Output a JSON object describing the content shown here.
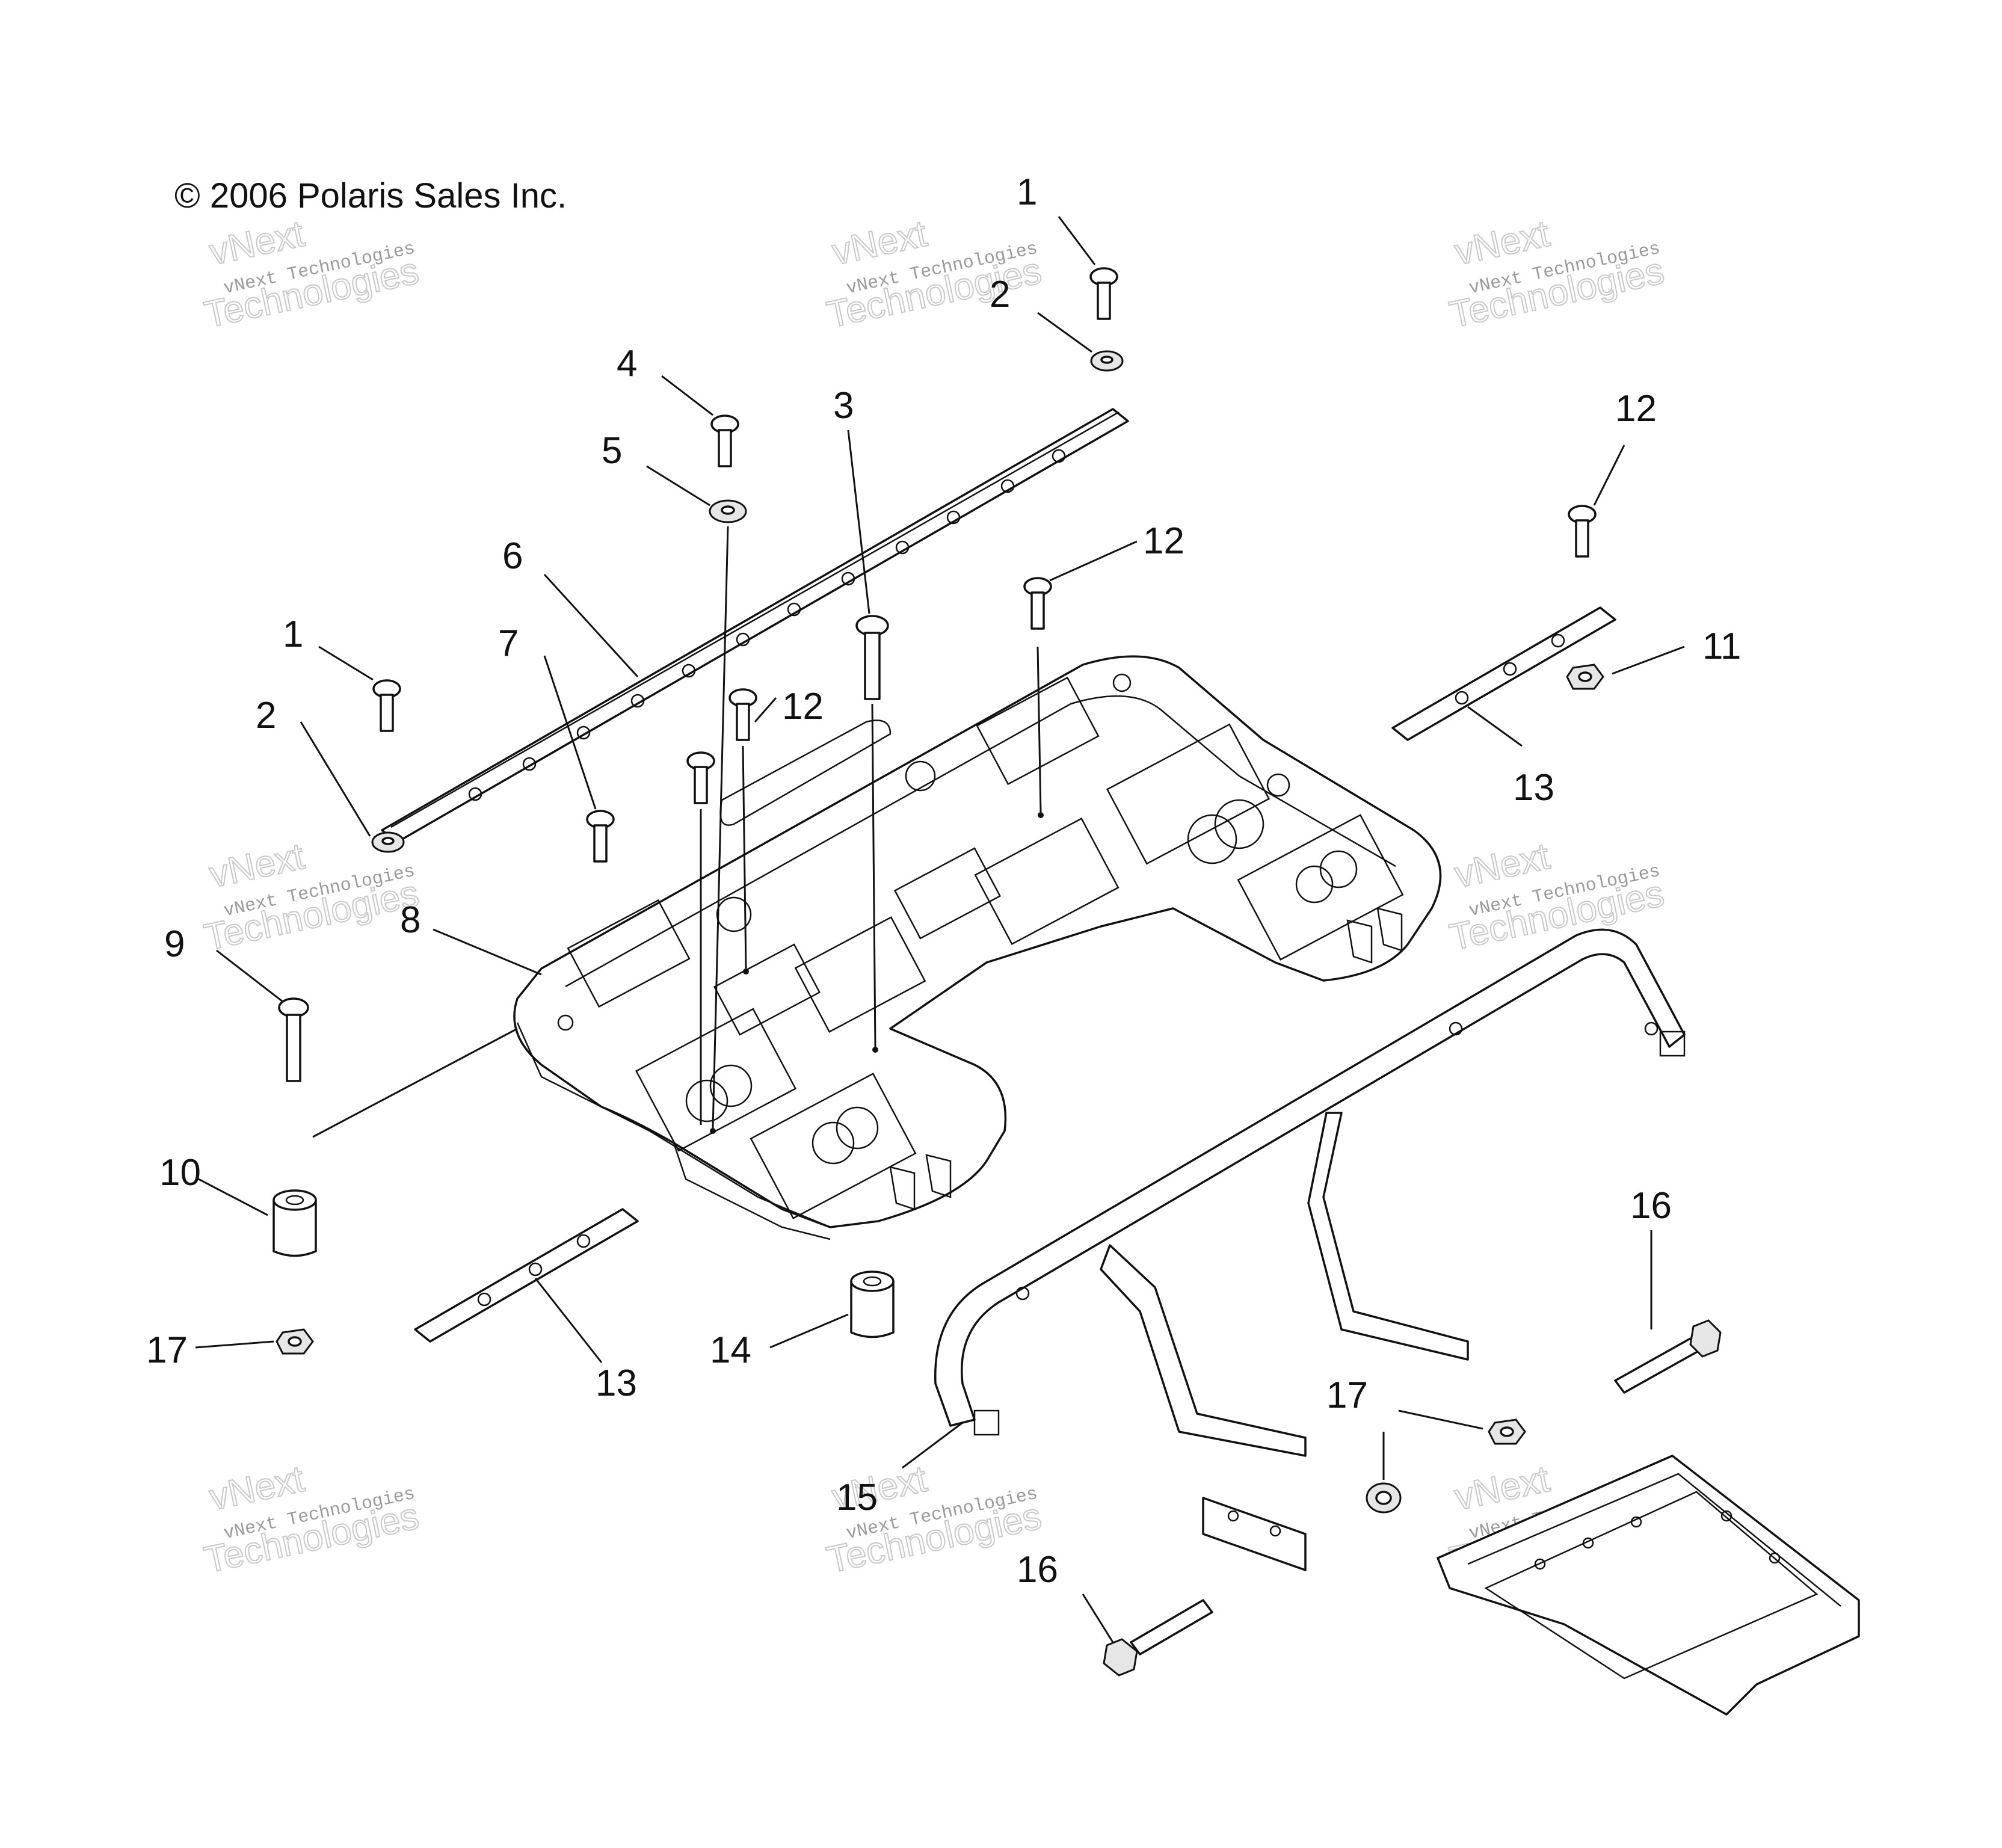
{
  "copyright": "© 2006 Polaris Sales Inc.",
  "watermark": {
    "line1": "vNext Technologies",
    "line2": "vNext",
    "line3": "Technologies"
  },
  "callouts": [
    {
      "id": "c1a",
      "text": "1"
    },
    {
      "id": "c2a",
      "text": "2"
    },
    {
      "id": "c4",
      "text": "4"
    },
    {
      "id": "c5",
      "text": "5"
    },
    {
      "id": "c3",
      "text": "3"
    },
    {
      "id": "c12a",
      "text": "12"
    },
    {
      "id": "c12b",
      "text": "12"
    },
    {
      "id": "c6",
      "text": "6"
    },
    {
      "id": "c7",
      "text": "7"
    },
    {
      "id": "c1b",
      "text": "1"
    },
    {
      "id": "c2b",
      "text": "2"
    },
    {
      "id": "c12c",
      "text": "12"
    },
    {
      "id": "c11",
      "text": "11"
    },
    {
      "id": "c13a",
      "text": "13"
    },
    {
      "id": "c8",
      "text": "8"
    },
    {
      "id": "c9",
      "text": "9"
    },
    {
      "id": "c10",
      "text": "10"
    },
    {
      "id": "c17a",
      "text": "17"
    },
    {
      "id": "c13b",
      "text": "13"
    },
    {
      "id": "c14",
      "text": "14"
    },
    {
      "id": "c16a",
      "text": "16"
    },
    {
      "id": "c17b",
      "text": "17"
    },
    {
      "id": "c15",
      "text": "15"
    },
    {
      "id": "c16b",
      "text": "16"
    }
  ]
}
